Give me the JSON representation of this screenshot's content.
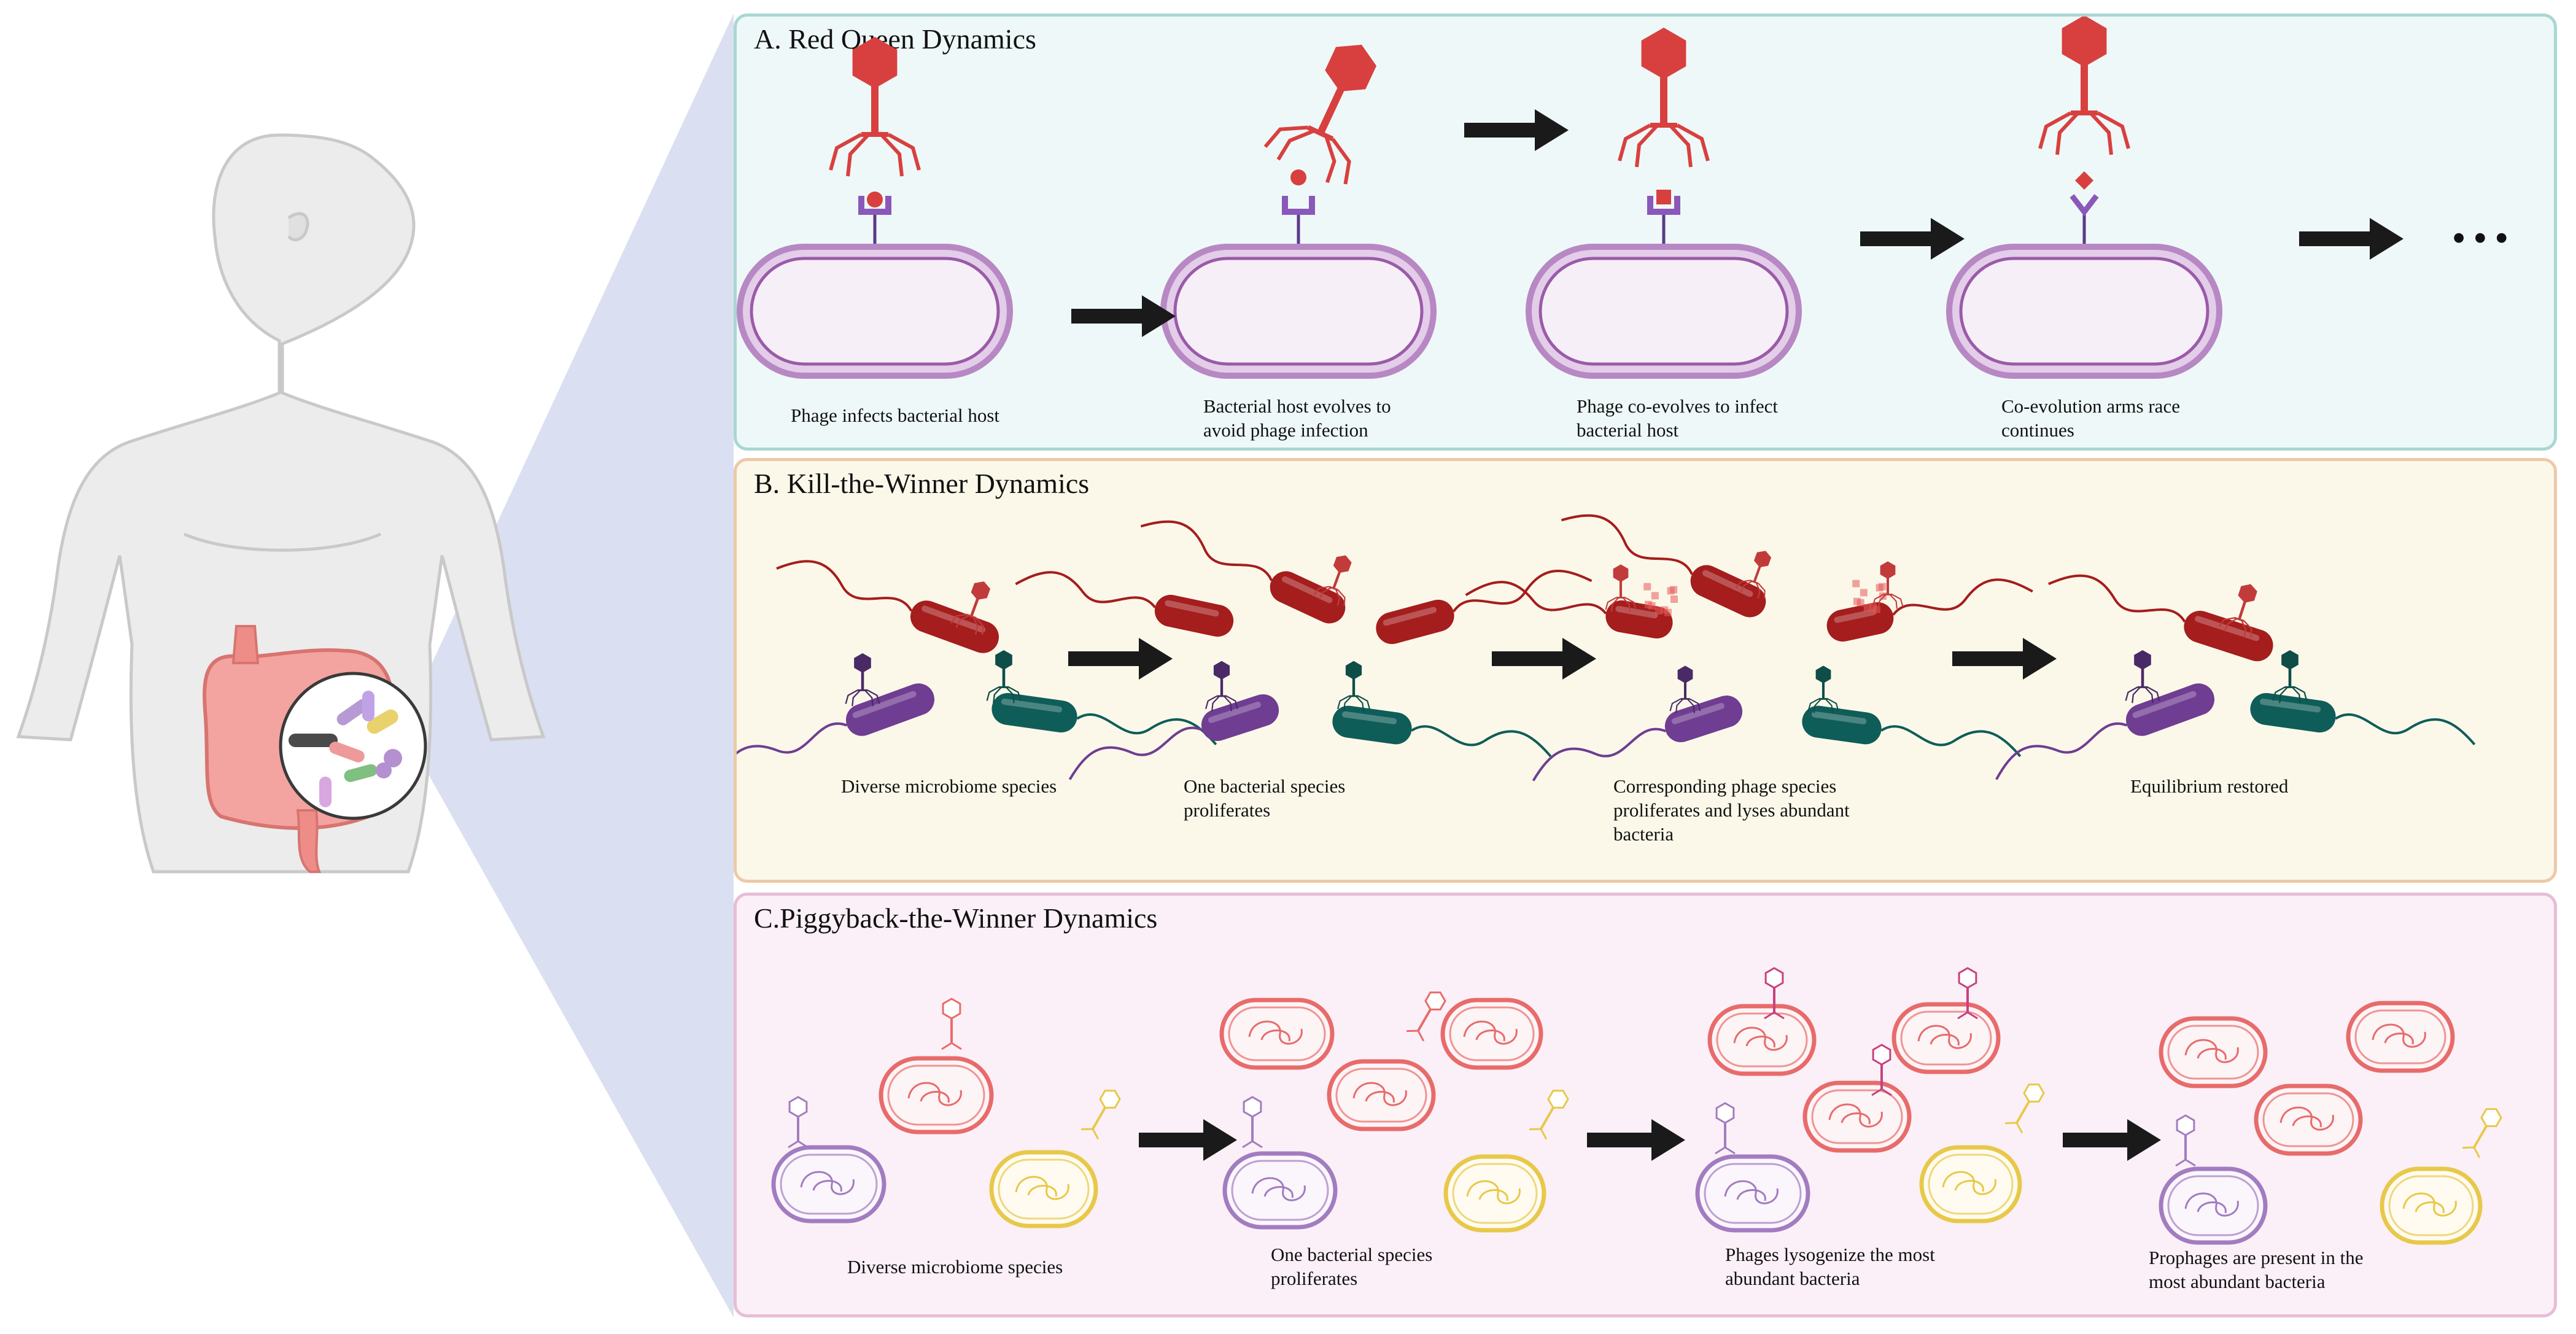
{
  "panels": {
    "a": {
      "title": "A. Red Queen Dynamics",
      "captions": [
        [
          "Phage infects bacterial host"
        ],
        [
          "Bacterial host evolves to",
          "avoid phage infection"
        ],
        [
          "Phage co-evolves to infect",
          "bacterial host"
        ],
        [
          "Co-evolution arms race",
          "continues"
        ]
      ],
      "ellipsis": "• • •"
    },
    "b": {
      "title": "B. Kill-the-Winner Dynamics",
      "captions": [
        [
          "Diverse microbiome species"
        ],
        [
          "One bacterial species",
          "proliferates"
        ],
        [
          "Corresponding phage species",
          "proliferates and lyses abundant",
          "bacteria"
        ],
        [
          "Equilibrium restored"
        ]
      ]
    },
    "c": {
      "title": "C.Piggyback-the-Winner Dynamics",
      "captions": [
        [
          "Diverse microbiome species"
        ],
        [
          "One bacterial species",
          "proliferates"
        ],
        [
          "Phages lysogenize the most",
          "abundant bacteria"
        ],
        [
          "Prophages are present in the",
          "most abundant bacteria"
        ]
      ]
    }
  },
  "colors": {
    "phage_red": "#d8403f",
    "membrane_purple": "#9a5ba8",
    "bacteria_dark_red": "#a51d1d",
    "bacteria_purple": "#6f3d91",
    "bacteria_teal": "#0f5d58",
    "cell_pink": "#e86b6b",
    "cell_lavender": "#a27cc0",
    "cell_yellow": "#e8c84a",
    "arrow": "#1a1a1a",
    "wedge": "#d4dbee"
  }
}
